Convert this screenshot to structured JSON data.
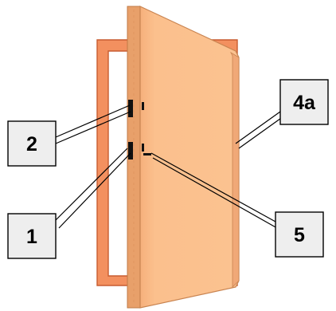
{
  "diagram": {
    "colors": {
      "frame_fill": "#f3905f",
      "frame_outline": "#c85c30",
      "door_face": "#fbc08d",
      "door_shadow": "#e8a06a",
      "door_edge": "#d4905c",
      "callout_fill": "#eeeeee"
    },
    "hinges": [
      {
        "name": "upper-hinge",
        "icon": "hinge-icon"
      },
      {
        "name": "lower-hinge",
        "icon": "hinge-icon"
      }
    ],
    "labels": [
      {
        "id": "label-2",
        "text": "2"
      },
      {
        "id": "label-1",
        "text": "1"
      },
      {
        "id": "label-4a",
        "text": "4a"
      },
      {
        "id": "label-5",
        "text": "5"
      }
    ]
  }
}
